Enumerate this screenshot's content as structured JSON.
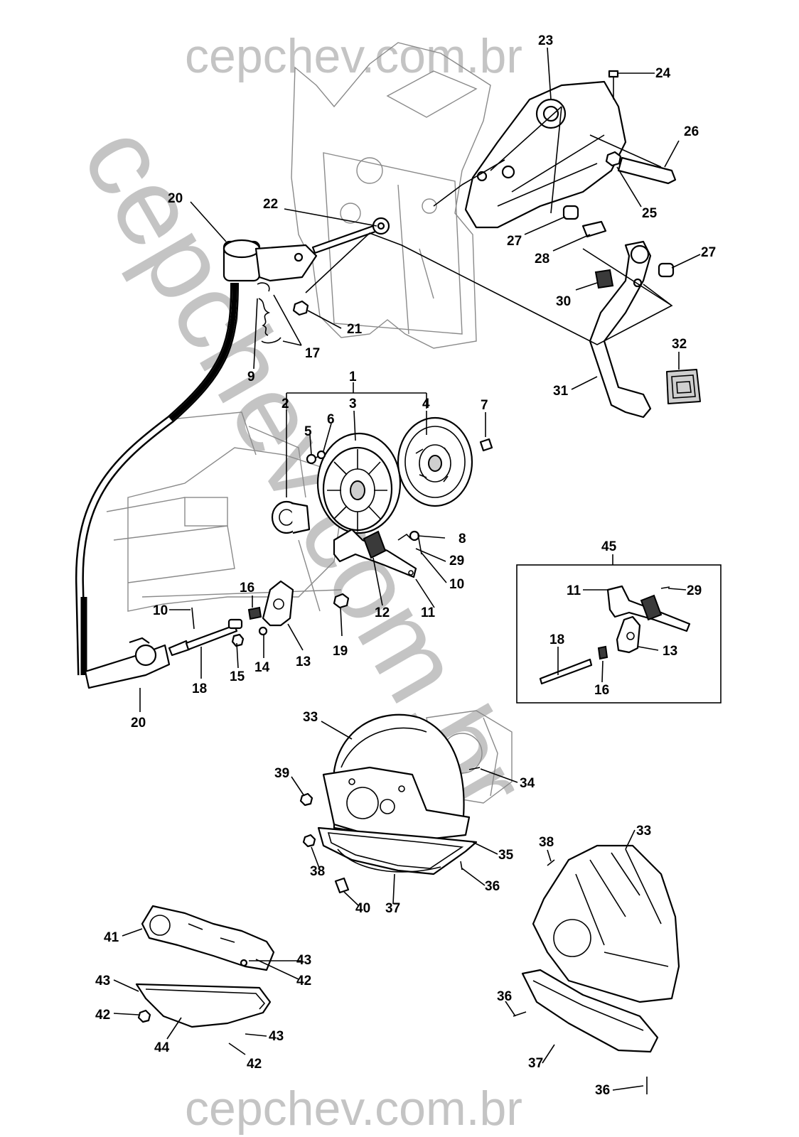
{
  "watermark": {
    "top": "cepchev.com.br",
    "bottom": "cepchev.com.br",
    "diagonal": "cepchev.com.br"
  },
  "callouts": {
    "c1": "1",
    "c2": "2",
    "c3": "3",
    "c4": "4",
    "c5": "5",
    "c6": "6",
    "c7": "7",
    "c8": "8",
    "c9": "9",
    "c10a": "10",
    "c10b": "10",
    "c11a": "11",
    "c11b": "11",
    "c12": "12",
    "c13a": "13",
    "c13b": "13",
    "c14": "14",
    "c15": "15",
    "c16a": "16",
    "c16b": "16",
    "c17": "17",
    "c18a": "18",
    "c18b": "18",
    "c19": "19",
    "c20a": "20",
    "c20b": "20",
    "c21": "21",
    "c22": "22",
    "c23": "23",
    "c24": "24",
    "c25": "25",
    "c26": "26",
    "c27a": "27",
    "c27b": "27",
    "c28": "28",
    "c29a": "29",
    "c29b": "29",
    "c30": "30",
    "c31": "31",
    "c32": "32",
    "c33a": "33",
    "c33b": "33",
    "c34": "34",
    "c35": "35",
    "c36a": "36",
    "c36b": "36",
    "c36c": "36",
    "c37a": "37",
    "c37b": "37",
    "c38a": "38",
    "c38b": "38",
    "c39": "39",
    "c40": "40",
    "c41": "41",
    "c42a": "42",
    "c42b": "42",
    "c42c": "42",
    "c43a": "43",
    "c43b": "43",
    "c43c": "43",
    "c44": "44",
    "c45": "45"
  }
}
